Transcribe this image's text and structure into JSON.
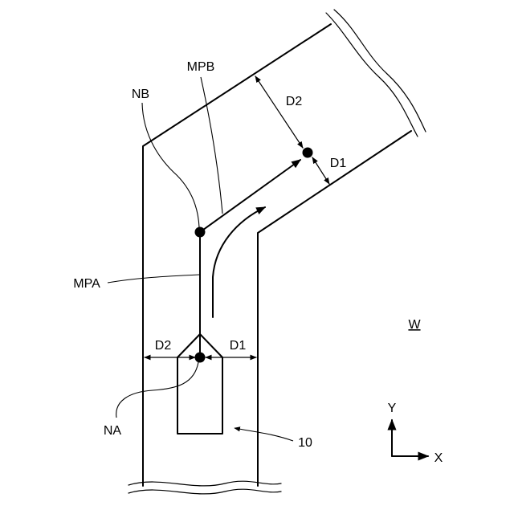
{
  "labels": {
    "mpb": "MPB",
    "nb": "NB",
    "d2_upper": "D2",
    "d1_upper": "D1",
    "mpa": "MPA",
    "w": "W",
    "d2_lower": "D2",
    "d1_lower": "D1",
    "na": "NA",
    "ref_10": "10",
    "axis_y": "Y",
    "axis_x": "X"
  },
  "colors": {
    "ink": "#000000",
    "background": "#ffffff"
  }
}
